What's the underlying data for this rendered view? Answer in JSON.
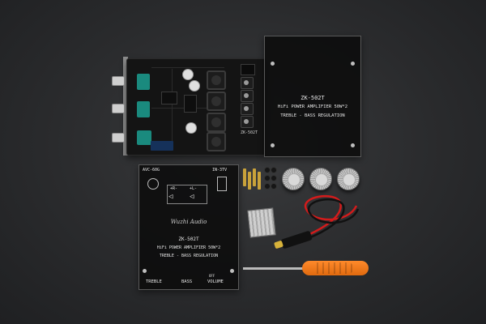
{
  "colors": {
    "background": "#2c2d2f",
    "pcb": "#141414",
    "potentiometer": "#1a8a7e",
    "screwdriver_handle": "#f07a1c",
    "wire_red": "#d31b1b",
    "wire_black": "#111111",
    "standoff": "#c9a23a"
  },
  "pcb": {
    "label": "ZK-502T"
  },
  "panel_right": {
    "model": "ZK-502T",
    "line1": "HiFi POWER AMPLIFIER 50W*2",
    "line2": "TREBLE - BASS  REGULATION"
  },
  "panel_bottom": {
    "power_label": "AVC-60G",
    "input_label": "IN-3TV",
    "out_left": "+R-",
    "out_right": "+L-",
    "brand": "Wuzhi Audio",
    "model": "ZK-502T",
    "line1": "HiFi POWER AMPLIFIER 50W*2",
    "line2": "TREBLE - BASS  REGULATION",
    "knob_treble": "TREBLE",
    "knob_bass": "BASS",
    "knob_volume": "VOLUME",
    "volume_off": "OFF"
  },
  "items": {
    "knobs_count": 3,
    "standoffs_count": 4
  }
}
